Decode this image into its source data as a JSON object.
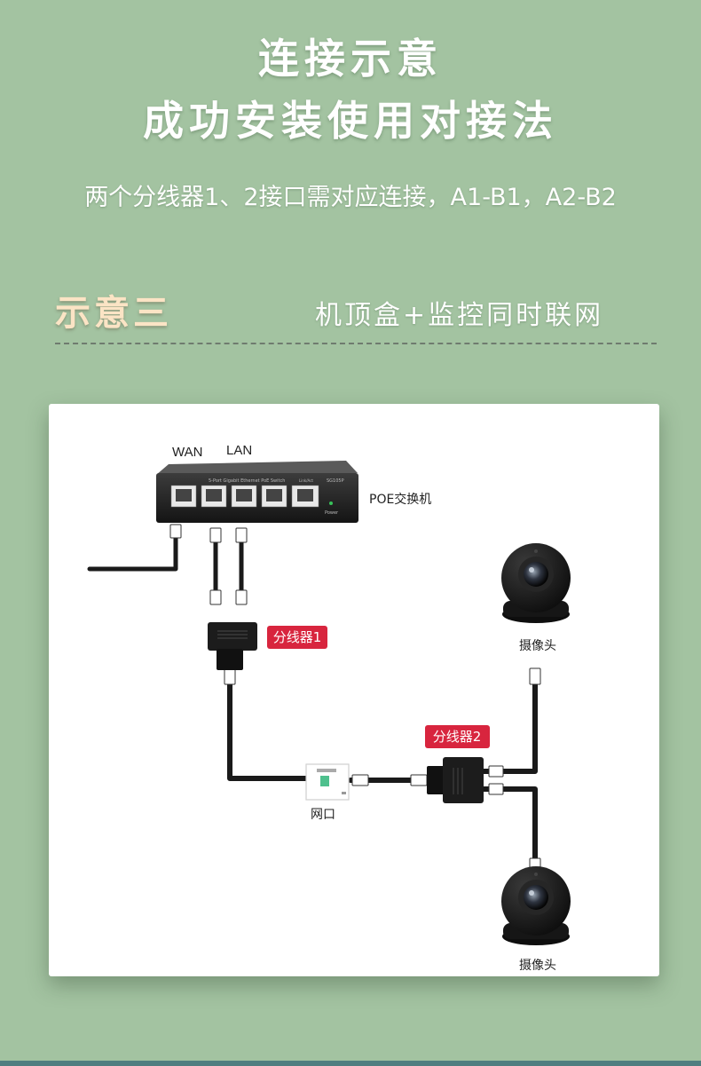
{
  "header": {
    "title_line1": "连接示意",
    "title_line2": "成功安装使用对接法",
    "subtitle": "两个分线器1、2接口需对应连接，A1-B1，A2-B2"
  },
  "section": {
    "label": "示意三",
    "description": "机顶盒+监控同时联网"
  },
  "diagram": {
    "port_wan": "WAN",
    "port_lan": "LAN",
    "switch_label": "POE交换机",
    "switch_header_text": "5-Port Gigabit Ethernet PoE Switch",
    "switch_model": "SG105P",
    "switch_link_label": "Link/Act",
    "switch_power_label": "Power",
    "splitter1_label": "分线器1",
    "splitter2_label": "分线器2",
    "wall_port_label": "网口",
    "camera1_label": "摄像头",
    "camera2_label": "摄像头"
  },
  "colors": {
    "background": "#a3c3a1",
    "splitter_badge": "#d8253e",
    "cable": "#1a1a1a"
  }
}
